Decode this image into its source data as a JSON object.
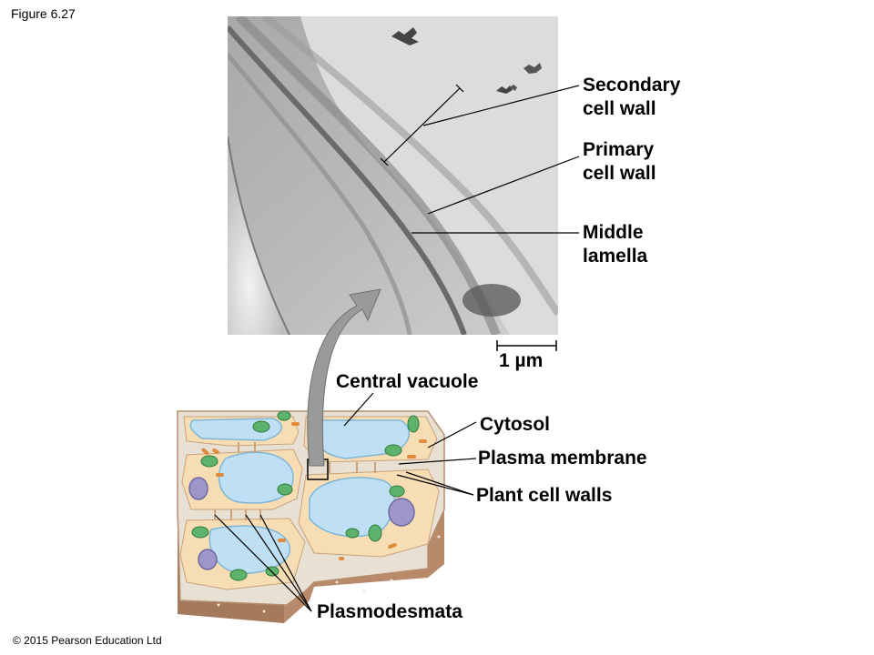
{
  "figure_label": "Figure 6.27",
  "copyright": "© 2015 Pearson Education Ltd",
  "micrograph": {
    "labels": {
      "secondary_wall": [
        "Secondary",
        "cell wall"
      ],
      "primary_wall": [
        "Primary",
        "cell wall"
      ],
      "middle_lamella": [
        "Middle",
        "lamella"
      ]
    },
    "scale_bar": "1 µm"
  },
  "cell_diagram": {
    "labels": {
      "central_vacuole": "Central vacuole",
      "cytosol": "Cytosol",
      "plasma_membrane": "Plasma membrane",
      "plant_cell_walls": "Plant cell walls",
      "plasmodesmata": "Plasmodesmata"
    }
  },
  "colors": {
    "cytoplasm": "#f6ddb4",
    "vacuole": "#bfe0f4",
    "wall_side": "#b88a6a",
    "wall_top": "#e9e0d4",
    "chloroplast": "#5db36c",
    "nucleus": "#9e96c8",
    "mitochondrion": "#e08a3c",
    "arrow": "#9a9a9a"
  }
}
